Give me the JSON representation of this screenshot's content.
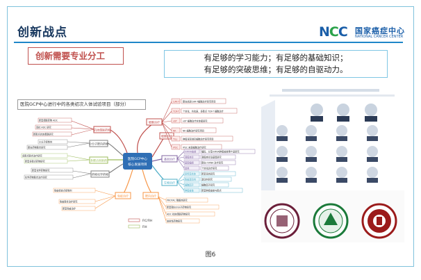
{
  "slide": {
    "title": "创新战点",
    "badge": "创新需要专业分工",
    "quote_line1": "有足够的学习能力；有足够的基础知识；",
    "quote_line2": "有足够的突破思维；有足够的自驱动力。",
    "caption": "图6"
  },
  "logo": {
    "mark": "NCC",
    "name_cn": "国家癌症中心",
    "name_en": "NATIONAL CANCER CENTER"
  },
  "mindmap": {
    "title": "医院GCP中心进行中的各类初次人体试验项目（部分）",
    "center": [
      "医院GCP中心",
      "核心发展项目"
    ],
    "legend": [
      "FIC/FIH",
      "FIH"
    ],
    "colors": {
      "cell": "#c0504d",
      "gene": "#5b9bd5",
      "target": "#8064a2",
      "bio": "#4bacc6",
      "antibody": "#f79646",
      "nuc": "#9bbb59",
      "other": "#7f7f7f"
    }
  },
  "colors": {
    "accent": "#1f86c8",
    "title": "#17375e",
    "red": "#c0504d",
    "border": "#7fc2dc"
  }
}
